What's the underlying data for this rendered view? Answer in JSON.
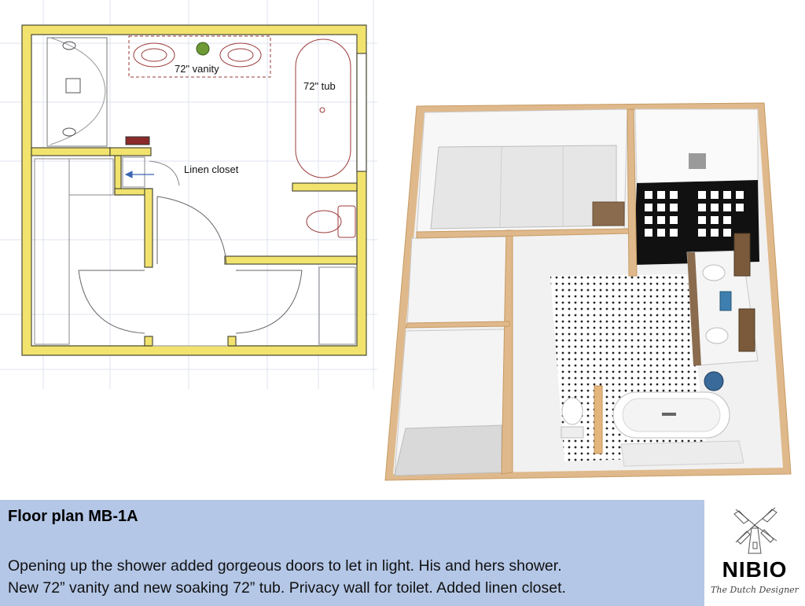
{
  "floorplan_2d": {
    "vanity_label": "72\" vanity",
    "tub_label": "72\" tub",
    "linen_label": "Linen closet"
  },
  "caption": {
    "title": "Floor plan MB-1A",
    "line1": "Opening up the shower added gorgeous doors to let in light. His and hers shower.",
    "line2": "New 72” vanity and new soaking 72” tub. Privacy wall for toilet. Added linen closet."
  },
  "logo": {
    "brand": "NIBIO",
    "tagline": "The Dutch Designer"
  },
  "colors": {
    "wall_fill": "#f2e36e",
    "wall_outline": "#4d4d38",
    "caption_bg": "#b4c7e7",
    "grid": "#dfe3ef",
    "fixture_line": "#9b3a3a",
    "floor_frame": "#dfb98b"
  }
}
